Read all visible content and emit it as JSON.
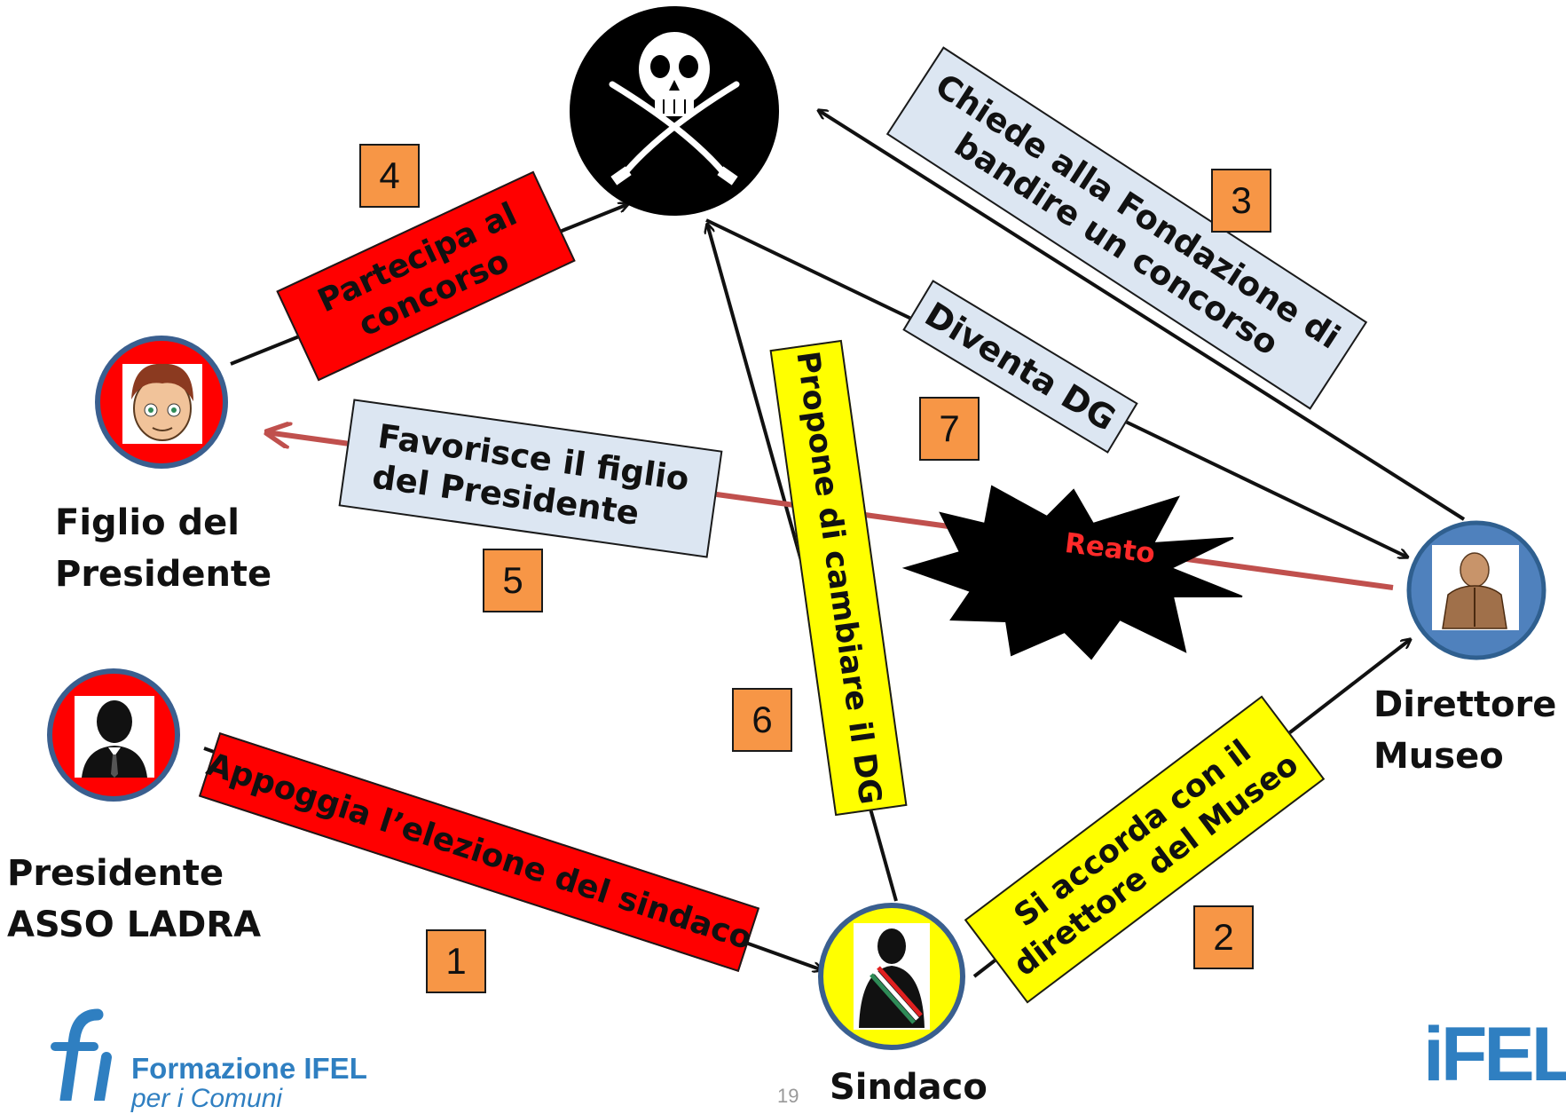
{
  "actors": {
    "figlio": "Figlio del\nPresidente",
    "presidente": "Presidente\nASSO LADRA",
    "direttore": "Direttore\nMuseo",
    "sindaco": "Sindaco"
  },
  "actions": {
    "partecipa": "Partecipa al\nconcorso",
    "chiede": "Chiede alla Fondazione di\nbandire un concorso",
    "diventa": "Diventa DG",
    "favorisce": "Favorisce il figlio\ndel Presidente",
    "propone": "Propone di cambiare il DG",
    "appoggia": "Appoggia l’elezione del sindaco",
    "accorda": "Si accorda con il\ndirettore del Museo"
  },
  "steps": {
    "s1": "1",
    "s2": "2",
    "s3": "3",
    "s4": "4",
    "s5": "5",
    "s6": "6",
    "s7": "7"
  },
  "reato": "Reato",
  "footer": {
    "brand": "Formazione IFEL",
    "tagline": "per i Comuni",
    "logo_right": "iFEL",
    "page_number": "19"
  },
  "colors": {
    "action_red": "#ff0000",
    "action_yellow": "#ffff00",
    "action_blue": "#dce6f2",
    "step_orange": "#f79646",
    "reato_red": "#c0504d",
    "circle_blue": "#4f81bd",
    "logo_blue": "#2f7fc1"
  },
  "icons": [
    "skull-crossed-sabres-icon",
    "boy-face-icon",
    "businessman-silhouette-icon",
    "director-portrait-icon",
    "mayor-sash-icon"
  ]
}
